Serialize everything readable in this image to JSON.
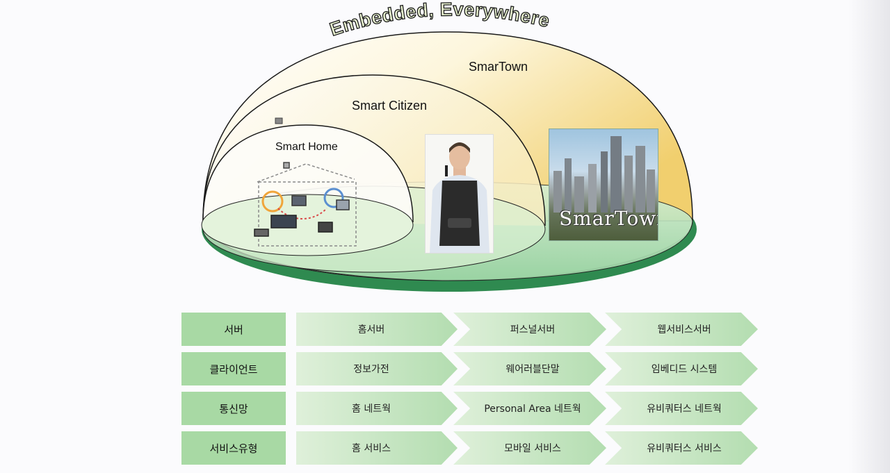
{
  "diagram": {
    "title": "Embedded, Everywhere",
    "levels": {
      "outer": "SmarTown",
      "middle": "Smart Citizen",
      "inner": "Smart Home"
    },
    "photo_caption": "SmarTown"
  },
  "table": {
    "rows": [
      {
        "label": "서버",
        "cells": [
          "홈서버",
          "퍼스널서버",
          "웹서비스서버"
        ]
      },
      {
        "label": "클라이언트",
        "cells": [
          "정보가전",
          "웨어러블단말",
          "임베디드 시스템"
        ]
      },
      {
        "label": "통신망",
        "cells": [
          "홈 네트웍",
          "Personal Area 네트웍",
          "유비쿼터스 네트웍"
        ]
      },
      {
        "label": "서비스유형",
        "cells": [
          "홈 서비스",
          "모바일 서비스",
          "유비쿼터스 서비스"
        ]
      }
    ]
  },
  "colors": {
    "dome_outer": "#f3d98a",
    "dome_middle": "#faf0c8",
    "dome_inner": "#f7fbef",
    "floor": "#b6dfb8",
    "floor_shadow": "#2d8a4e",
    "title_fill": "#e9f3d0",
    "label_bg": "#a8d9a4",
    "arrow_light": "#dff0da",
    "arrow_dark": "#b3ddb0"
  }
}
